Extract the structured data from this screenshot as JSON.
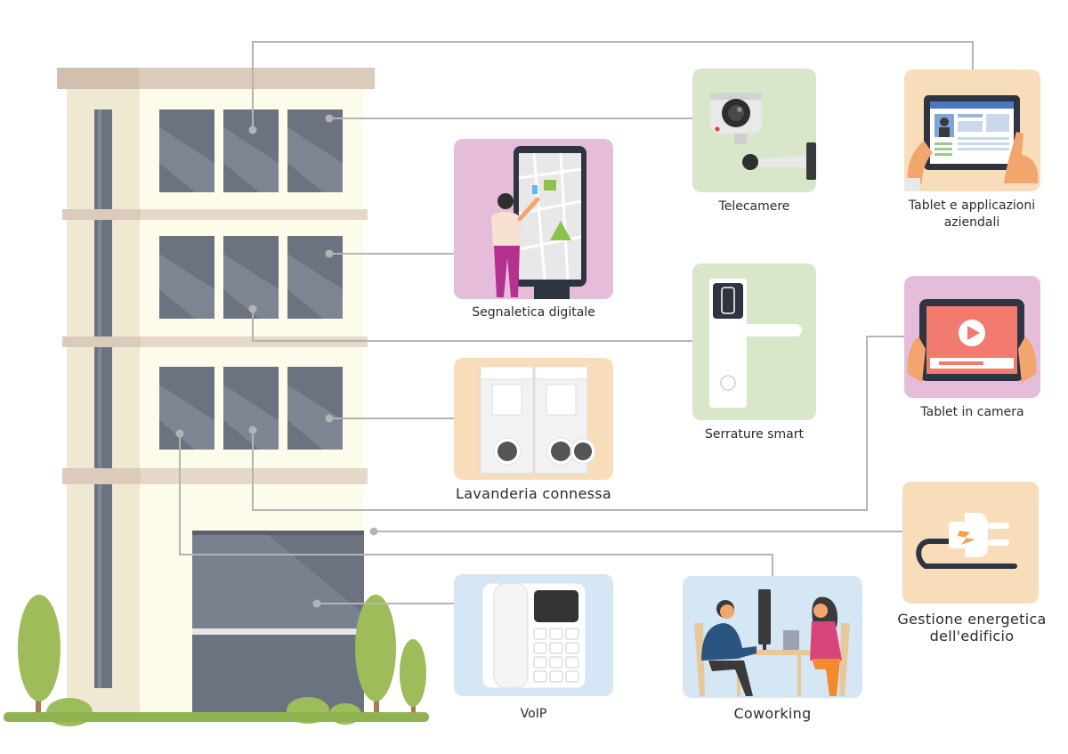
{
  "colors": {
    "connector": "#b4b4b4",
    "building_light": "#fdfbe9",
    "building_dark": "#efe9d3",
    "roof": "#dbcbbb",
    "window": "#6b7280",
    "tree": "#9ebd5a",
    "ground": "#8fb350",
    "green_card": "#d8e6c9",
    "pink_card": "#e6bcdb",
    "orange_card": "#f8ddbb",
    "blue_card": "#d5e6f4"
  },
  "items": {
    "telecamere": {
      "label": "Telecamere",
      "icon": "security-camera-icon"
    },
    "tablet_app": {
      "label": "Tablet e applicazioni\naziendali",
      "icon": "tablet-browser-icon"
    },
    "segnaletica": {
      "label": "Segnaletica digitale",
      "icon": "digital-map-sign-icon"
    },
    "serrature": {
      "label": "Serrature smart",
      "icon": "smart-lock-icon"
    },
    "tablet_camera": {
      "label": "Tablet in camera",
      "icon": "tablet-video-icon"
    },
    "lavanderia": {
      "label": "Lavanderia connessa",
      "icon": "washing-machine-icon"
    },
    "energia": {
      "label": "Gestione energetica\ndell'edificio",
      "icon": "power-plug-icon"
    },
    "voip": {
      "label": "VoIP",
      "icon": "desk-phone-icon"
    },
    "coworking": {
      "label": "Coworking",
      "icon": "coworking-people-icon"
    }
  }
}
